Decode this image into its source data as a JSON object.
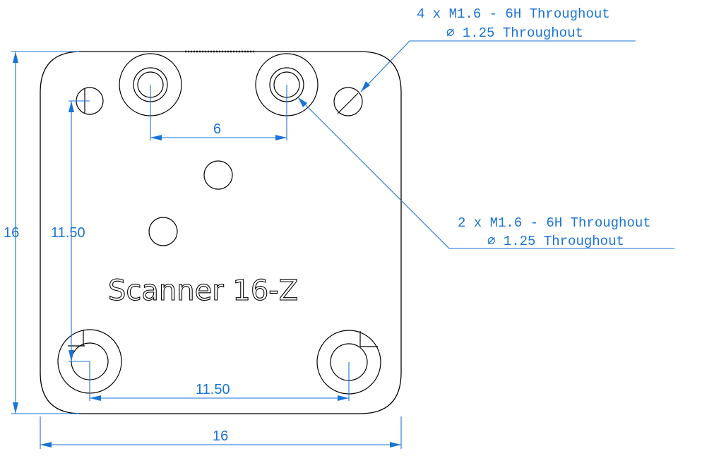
{
  "drawing": {
    "engraving": "Scanner 16-Z",
    "dimensions": {
      "overall_width": "16",
      "overall_height": "16",
      "top_hole_spacing": "6",
      "bottom_hole_spacing": "11.50",
      "vertical_hole_spacing": "11.50"
    },
    "callouts": {
      "four_holes": {
        "line1": "4 x  M1.6 - 6H Throughout",
        "line2": "∅ 1.25 Throughout"
      },
      "two_holes": {
        "line1": "2 x  M1.6 - 6H Throughout",
        "line2": "∅ 1.25 Throughout"
      }
    },
    "colors": {
      "outline": "#000000",
      "dimension": "#1a73d9",
      "background": "#ffffff"
    }
  }
}
